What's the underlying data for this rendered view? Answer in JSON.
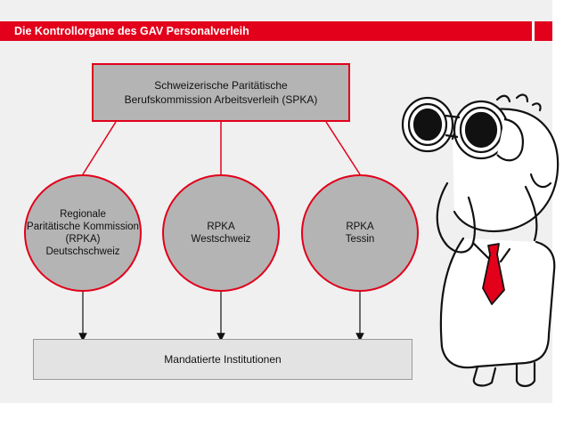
{
  "header": {
    "title": "Die Kontrollorgane des GAV Personalverleih"
  },
  "top_node": {
    "lines": [
      "Schweizerische Paritätische",
      "Berufskommission Arbeitsverleih (SPKA)"
    ]
  },
  "regional_nodes": [
    {
      "lines": [
        "Regionale",
        "Paritätische Kommission",
        "(RPKA)",
        "Deutschschweiz"
      ]
    },
    {
      "lines": [
        "RPKA",
        "Westschweiz"
      ]
    },
    {
      "lines": [
        "RPKA",
        "Tessin"
      ]
    }
  ],
  "bottom_node": {
    "label": "Mandatierte Institutionen"
  },
  "colors": {
    "accent": "#e2001a",
    "node_fill": "#b4b4b4",
    "panel": "#f0f0f0"
  },
  "illustration": {
    "icon": "person-with-binoculars-icon"
  }
}
